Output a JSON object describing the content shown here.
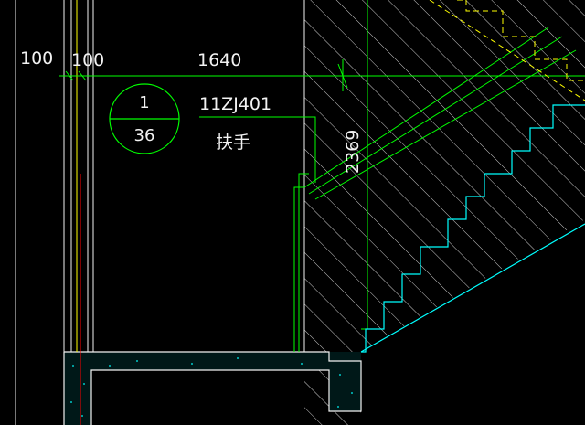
{
  "drawing": {
    "dim_left": "100",
    "dim_second": "100",
    "dim_span": "1640",
    "dim_vertical": "2369",
    "detail_bubble": {
      "number": "1",
      "sheet": "36"
    },
    "atlas_code": "11ZJ401",
    "handrail_label": "扶手"
  },
  "colors": {
    "background": "#000000",
    "wall_lines": "#f2f2f2",
    "dimension_lines": "#00ff00",
    "hatch": "#ffffff",
    "stair_outline": "#00ffff",
    "axis_red": "#ff0000",
    "axis_yellow": "#ffff00",
    "concrete_cyan": "#00c8c8"
  }
}
